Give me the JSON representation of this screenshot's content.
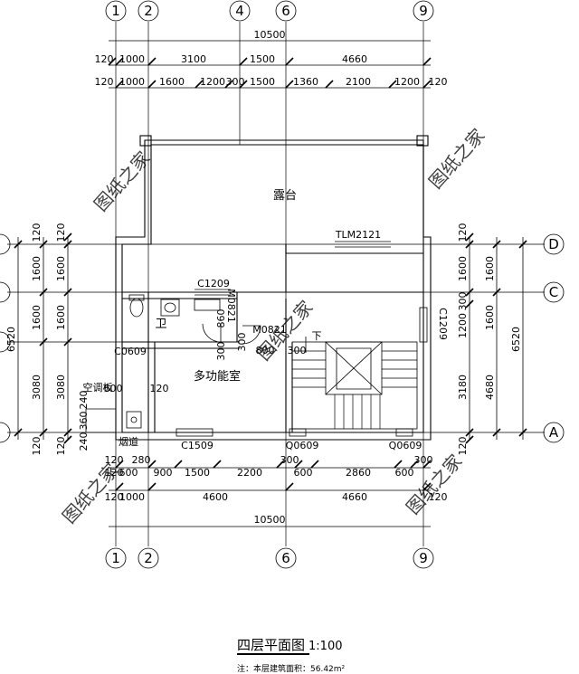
{
  "title": "四层平面图",
  "scale": "1:100",
  "note": "注：本层建筑面积：56.42m²",
  "watermark": "图纸之家",
  "rooms": {
    "terrace": "露台",
    "multi_room": "多功能室",
    "toilet": "卫",
    "ac_slab": "空调板",
    "down": "下",
    "shaft": "烟道"
  },
  "windows": {
    "c1209_top": "C1209",
    "c1209_right": "C1209",
    "c1509": "C1509",
    "c0609_left": "C0609",
    "q0609_a": "Q0609",
    "q0609_b": "Q0609",
    "tlm": "TLM2121",
    "m0821_a": "M0821",
    "m0821_b": "M0821"
  },
  "axes_top": [
    "1",
    "2",
    "4",
    "6",
    "9"
  ],
  "axes_bottom": [
    "1",
    "2",
    "6",
    "9"
  ],
  "axes_right": [
    "D",
    "C",
    "A"
  ],
  "dims": {
    "top_total": "10500",
    "top_row1": [
      "120",
      "1000",
      "3100",
      "1500",
      "4660"
    ],
    "top_row2": [
      "120",
      "1000",
      "1600",
      "1200",
      "300",
      "1500",
      "1360",
      "2100",
      "1200",
      "120"
    ],
    "bottom_row1": [
      "120",
      "280",
      "900",
      "1500",
      "2200",
      "300",
      "600",
      "2860",
      "600",
      "300"
    ],
    "bottom_row1b": [
      "600",
      "120"
    ],
    "bottom_row2": [
      "120",
      "1000",
      "4600",
      "4660",
      "120"
    ],
    "bottom_total": "10500",
    "left_outer": "6520",
    "left_mid": [
      "1600",
      "1600",
      "3080"
    ],
    "left_inner": [
      "120",
      "1600",
      "1600",
      "3080",
      "120"
    ],
    "left_small": [
      "600",
      "240",
      "360",
      "240"
    ],
    "right_inner": [
      "120",
      "1600",
      "300",
      "1200",
      "3180",
      "120"
    ],
    "right_mid": [
      "1600",
      "1600",
      "4680"
    ],
    "right_outer": "6520",
    "interior": [
      "300",
      "120",
      "300",
      "800",
      "860",
      "300"
    ]
  }
}
